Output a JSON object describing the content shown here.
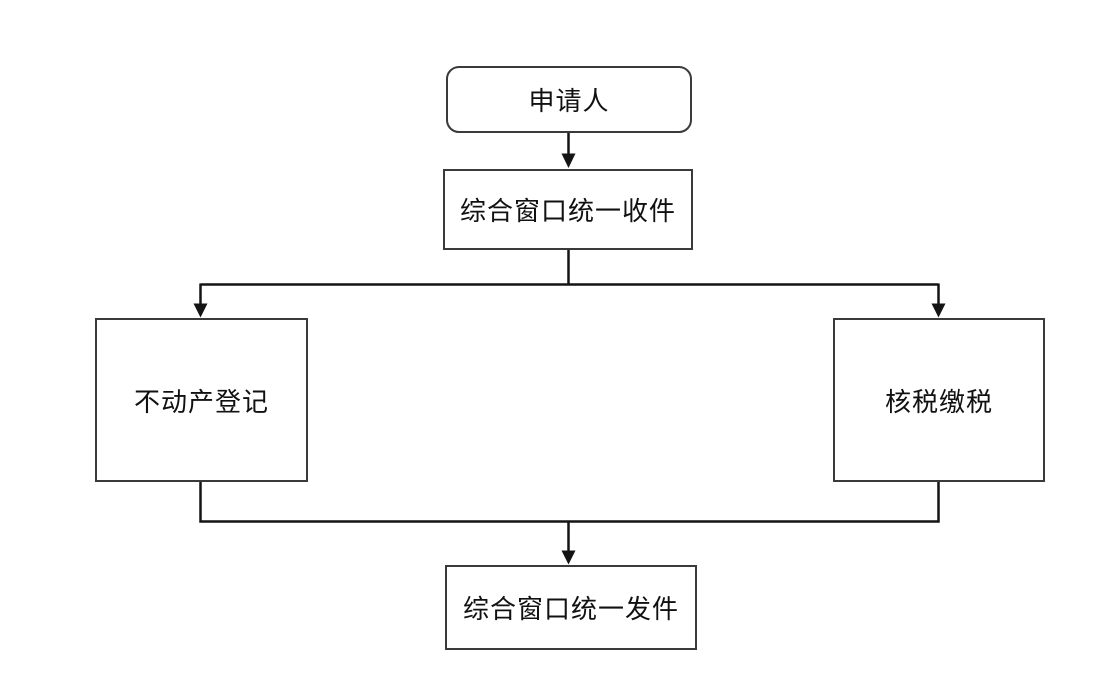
{
  "diagram": {
    "type": "flowchart",
    "colors": {
      "background": "#ffffff",
      "line": "#141414",
      "node_border": "#3a3a3a",
      "node_fill": "#ffffff",
      "text": "#111111"
    },
    "nodes": {
      "applicant": {
        "label": "申请人",
        "shape": "rounded-rectangle"
      },
      "intake": {
        "label": "综合窗口统一收件",
        "shape": "rectangle"
      },
      "registration": {
        "label": "不动产登记",
        "shape": "rectangle"
      },
      "tax": {
        "label": "核税缴税",
        "shape": "rectangle"
      },
      "dispatch": {
        "label": "综合窗口统一发件",
        "shape": "rectangle"
      }
    },
    "edges": [
      {
        "from": "applicant",
        "to": "intake"
      },
      {
        "from": "intake",
        "to": "registration"
      },
      {
        "from": "intake",
        "to": "tax"
      },
      {
        "from": "registration",
        "to": "dispatch"
      },
      {
        "from": "tax",
        "to": "dispatch"
      }
    ]
  }
}
